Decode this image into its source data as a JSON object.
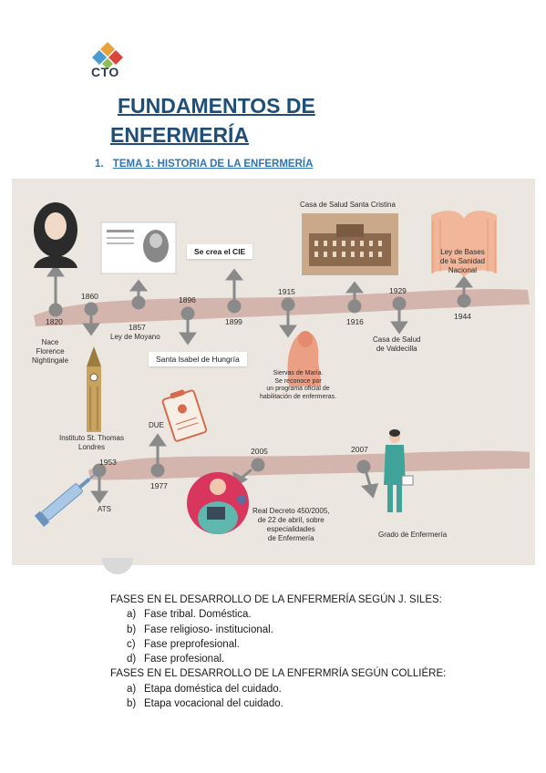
{
  "header": {
    "logo_text": "CTO",
    "title_line1": "FUNDAMENTOS DE",
    "title_line2": "ENFERMERÍA",
    "subtitle_number": "1.",
    "subtitle_text": "TEMA 1: HISTORIA DE LA ENFERMERÍA"
  },
  "timeline": {
    "upper": [
      {
        "year": "1820",
        "label": "Nace\nFlorence\nNightingale"
      },
      {
        "year": "1860",
        "label": "Instituto St. Thomas\nLondres"
      },
      {
        "year": "1857",
        "label": "Ley de Moyano"
      },
      {
        "year": "1896",
        "label": "Santa Isabel de Hungría"
      },
      {
        "year": "1899",
        "label": "Se crea el CIE"
      },
      {
        "year": "1915",
        "label": "Siervas de María.\nSe reconoce por\nun programa oficial de\nhabilitación de enfermeras."
      },
      {
        "year": "1916",
        "label": "Casa de Salud Santa Cristina"
      },
      {
        "year": "1929",
        "label": "Casa de Salud\nde Valdecilla"
      },
      {
        "year": "1944",
        "label": "Ley de Bases\nde la Sanidad\nNacional"
      }
    ],
    "lower": [
      {
        "year": "1953",
        "label": "ATS"
      },
      {
        "year": "1977",
        "label": "DUE"
      },
      {
        "year": "2005",
        "label": "Real Decreto 450/2005,\nde 22 de abril, sobre\nespecialidades\nde Enfermería"
      },
      {
        "year": "2007",
        "label": "Grado de Enfermería"
      }
    ],
    "colors": {
      "background": "#ebe7e0",
      "band": "#d4b5ad",
      "arrow": "#8a8a8a"
    }
  },
  "phases": {
    "siles_heading": "FASES EN EL DESARROLLO DE LA ENFERMERÍA SEGÚN J. SILES:",
    "siles": [
      {
        "letter": "a)",
        "text": "Fase tribal. Doméstica."
      },
      {
        "letter": "b)",
        "text": "Fase religioso- institucional."
      },
      {
        "letter": "c)",
        "text": "Fase preprofesional."
      },
      {
        "letter": "d)",
        "text": "Fase profesional."
      }
    ],
    "colliere_heading": "FASES EN EL DESARROLLO DE LA ENFERMRÍA SEGÚN COLLIÉRE:",
    "colliere": [
      {
        "letter": "a)",
        "text": "Etapa doméstica del cuidado."
      },
      {
        "letter": "b)",
        "text": "Etapa vocacional del cuidado."
      }
    ]
  }
}
